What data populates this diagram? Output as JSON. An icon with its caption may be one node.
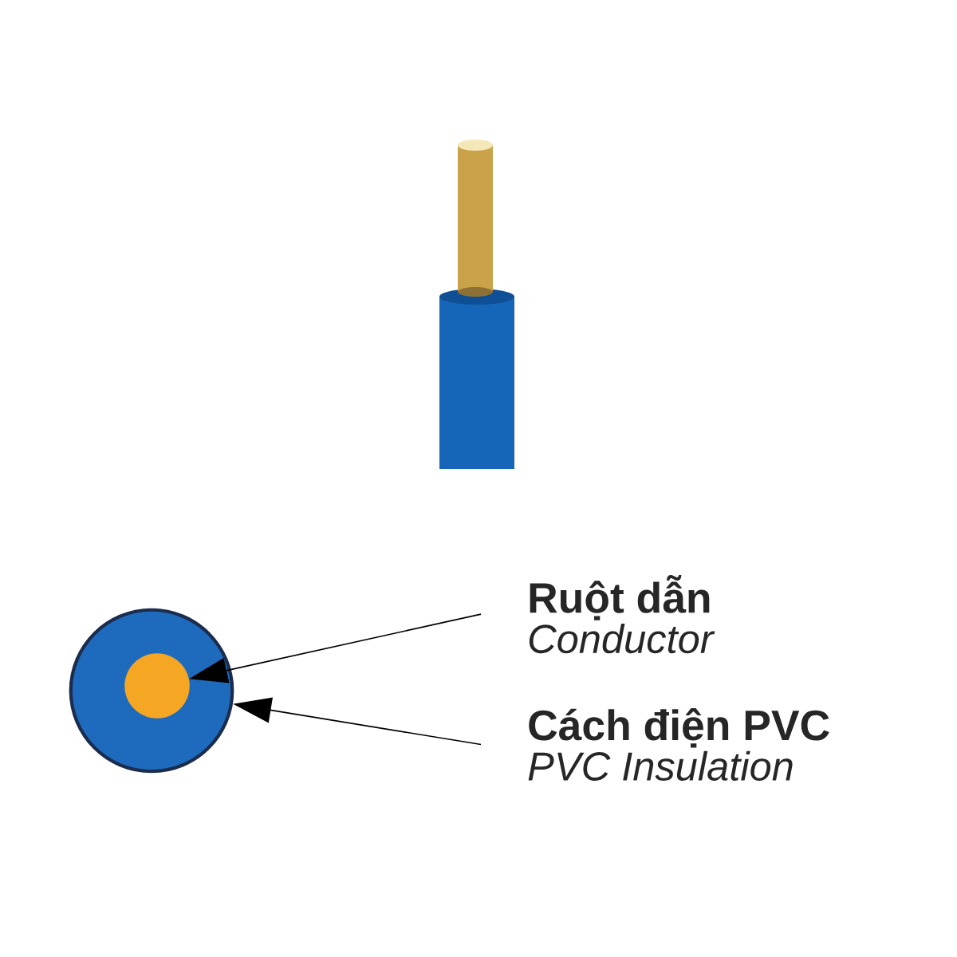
{
  "diagram": {
    "nodes": [
      {
        "text": [],
        "shape": "circle"
      },
      {
        "text": [],
        "shape": "circle",
        "in": 0
      },
      {
        "text": [
          "Ruột dẫn",
          "Conductor"
        ]
      },
      {
        "text": [
          "Cách điện PVC",
          "PVC Insulation"
        ]
      }
    ],
    "edges": [
      {
        "from": 2,
        "to": 1,
        "arrow": "to"
      },
      {
        "from": 3,
        "to": 0,
        "arrow": "to"
      }
    ]
  }
}
